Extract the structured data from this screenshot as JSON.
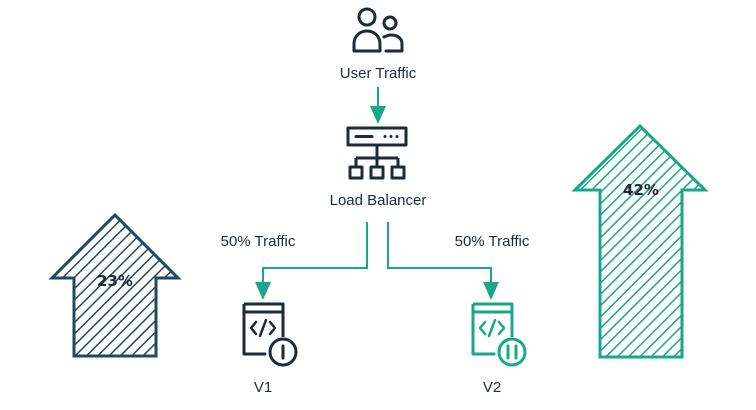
{
  "nodes": {
    "user_traffic": {
      "label": "User Traffic",
      "icon": "users-icon"
    },
    "load_balancer": {
      "label": "Load Balancer",
      "icon": "server-network-icon"
    },
    "v1": {
      "label": "V1",
      "icon": "code-file-play-icon",
      "badge_icon": "play-icon"
    },
    "v2": {
      "label": "V2",
      "icon": "code-file-pause-icon",
      "badge_icon": "pause-icon"
    }
  },
  "edges": {
    "left_split": {
      "label": "50% Traffic"
    },
    "right_split": {
      "label": "50% Traffic"
    }
  },
  "indicators": {
    "left": {
      "label": "23%",
      "color": "#1f4a5e"
    },
    "right": {
      "label": "42%",
      "color": "#1aa68a"
    }
  },
  "colors": {
    "navy": "#1e2a3a",
    "teal": "#1aa68a",
    "dark_teal": "#1f4a5e"
  }
}
